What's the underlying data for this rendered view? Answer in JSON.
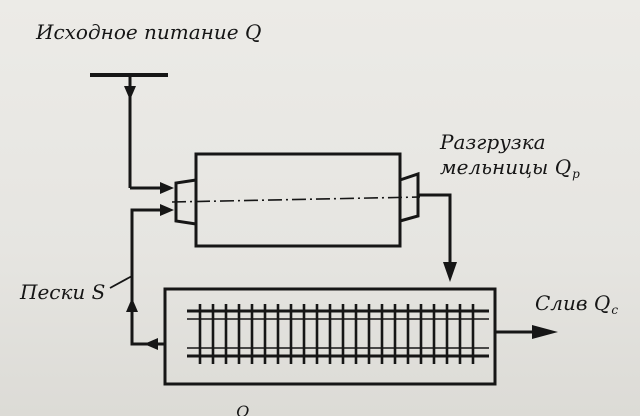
{
  "labels": {
    "feed": "Исходное питание Q",
    "discharge_line1": "Разгрузка",
    "discharge_line2": "мельницы Q",
    "discharge_sub": "p",
    "sands": "Пески S",
    "overflow": "Слив Q",
    "overflow_sub": "c",
    "bottom_partial": "Q"
  },
  "colors": {
    "ink": "#161616",
    "paper": "#e9e8e4"
  }
}
